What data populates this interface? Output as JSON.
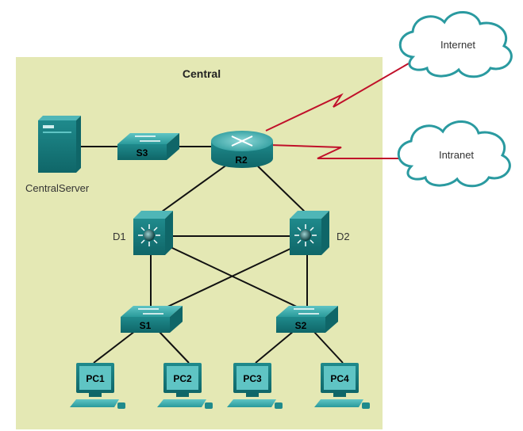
{
  "zone": {
    "name": "Central"
  },
  "devices": {
    "server": {
      "label": "CentralServer"
    },
    "s3": {
      "label": "S3"
    },
    "r2": {
      "label": "R2"
    },
    "d1": {
      "label": "D1"
    },
    "d2": {
      "label": "D2"
    },
    "s1": {
      "label": "S1"
    },
    "s2": {
      "label": "S2"
    },
    "pc1": {
      "label": "PC1"
    },
    "pc2": {
      "label": "PC2"
    },
    "pc3": {
      "label": "PC3"
    },
    "pc4": {
      "label": "PC4"
    }
  },
  "clouds": {
    "internet": {
      "label": "Internet"
    },
    "intranet": {
      "label": "Intranet"
    }
  },
  "colors": {
    "zone_fill": "#e4e8b4",
    "device_teal": "#1f8a8c",
    "link_black": "#111111",
    "wan_red": "#c0102a",
    "cloud_outline": "#2a9aa0"
  }
}
